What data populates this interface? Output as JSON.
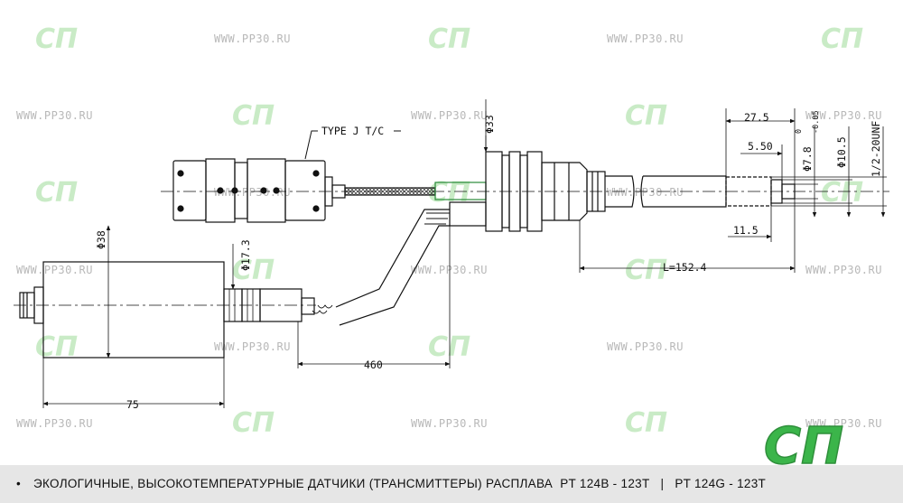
{
  "watermark": {
    "url": "WWW.PP30.RU",
    "logo_text": "СП"
  },
  "brand_logo": {
    "text": "СП",
    "color": "#3bb54a"
  },
  "drawing": {
    "callout_tc": "TYPE J T/C",
    "dims": {
      "d_head": "Φ33",
      "d_body": "Φ38",
      "d_neck": "Φ17.3",
      "len_body": "75",
      "len_cable": "460",
      "len_tip_a": "27.5",
      "len_tip_b": "5.50",
      "len_tip_c": "11.5",
      "len_stem": "L=152.4",
      "d_tip": "Φ7.8",
      "d_tip_tol_upper": "0",
      "d_tip_tol_lower": "-0.05",
      "d_thread": "Φ10.5",
      "thread": "1/2-20UNF"
    }
  },
  "footer": {
    "bullet": "•",
    "description": "ЭКОЛОГИЧНЫЕ, ВЫСОКОТЕМПЕРАТУРНЫЕ ДАТЧИКИ (ТРАНСМИТТЕРЫ) РАСПЛАВА",
    "model_a": "PT 124B - 123T",
    "separator": "|",
    "model_b": "PT 124G - 123T"
  }
}
